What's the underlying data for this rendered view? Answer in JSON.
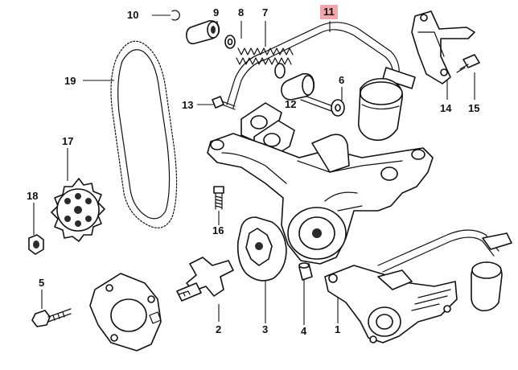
{
  "diagram": {
    "callouts": [
      {
        "id": "c10",
        "label": "10"
      },
      {
        "id": "c9",
        "label": "9"
      },
      {
        "id": "c8",
        "label": "8"
      },
      {
        "id": "c7",
        "label": "7"
      },
      {
        "id": "c11",
        "label": "11",
        "highlighted": true
      },
      {
        "id": "c19",
        "label": "19"
      },
      {
        "id": "c6",
        "label": "6"
      },
      {
        "id": "c14",
        "label": "14"
      },
      {
        "id": "c15",
        "label": "15"
      },
      {
        "id": "c13",
        "label": "13"
      },
      {
        "id": "c12",
        "label": "12"
      },
      {
        "id": "c17",
        "label": "17"
      },
      {
        "id": "c18",
        "label": "18"
      },
      {
        "id": "c16",
        "label": "16"
      },
      {
        "id": "c5",
        "label": "5"
      },
      {
        "id": "c2",
        "label": "2"
      },
      {
        "id": "c3",
        "label": "3"
      },
      {
        "id": "c4",
        "label": "4"
      },
      {
        "id": "c1",
        "label": "1"
      }
    ],
    "colors": {
      "highlight": "#f3a7ad",
      "ink": "#111111",
      "background": "#ffffff"
    }
  }
}
